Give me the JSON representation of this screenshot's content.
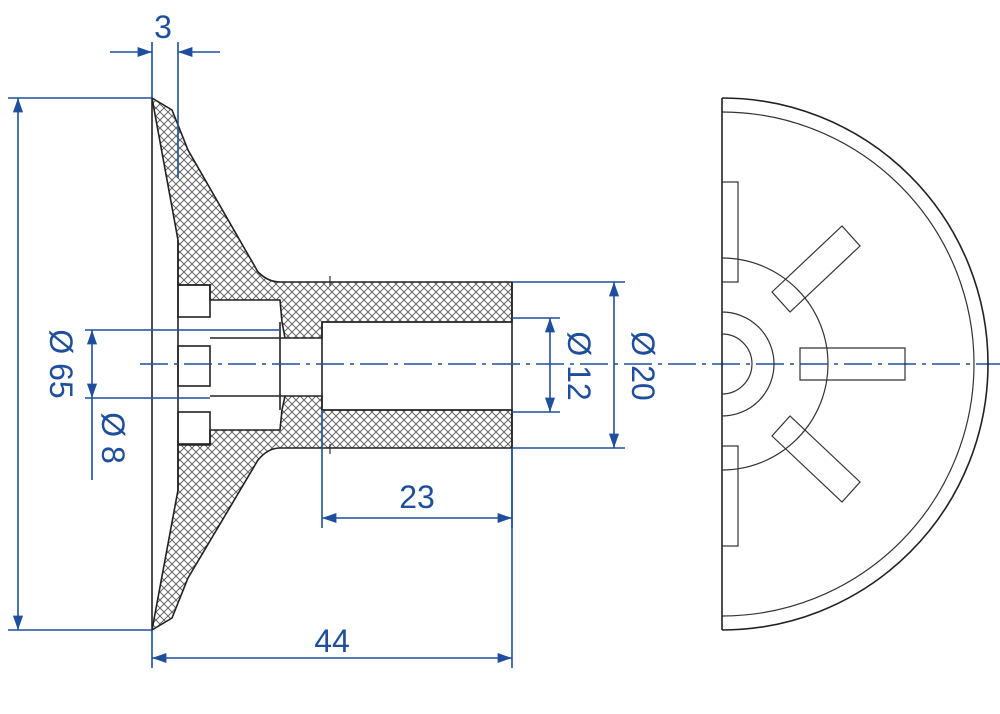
{
  "dimensions": {
    "flange_thickness": "3",
    "outer_diameter": "Ø 65",
    "inner_diameter_small": "Ø 8",
    "bore_diameter": "Ø 12",
    "hub_diameter": "Ø 20",
    "bore_depth": "23",
    "overall_length": "44"
  },
  "colors": {
    "dimension": "#1f4e9c",
    "outline": "#222222",
    "hatch": "#555555"
  }
}
